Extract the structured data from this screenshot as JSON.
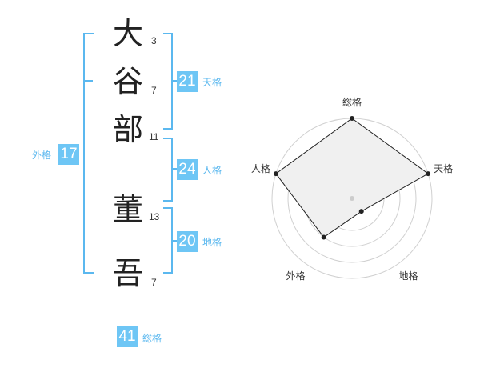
{
  "name": {
    "characters": [
      {
        "char": "大",
        "strokes": "3"
      },
      {
        "char": "谷",
        "strokes": "7"
      },
      {
        "char": "部",
        "strokes": "11"
      },
      {
        "char": "董",
        "strokes": "13"
      },
      {
        "char": "吾",
        "strokes": "7"
      }
    ]
  },
  "grids": {
    "tenkaku": {
      "label": "天格",
      "value": "21"
    },
    "jinkaku": {
      "label": "人格",
      "value": "24"
    },
    "chikaku": {
      "label": "地格",
      "value": "20"
    },
    "gaikaku": {
      "label": "外格",
      "value": "17"
    },
    "soukaku": {
      "label": "総格",
      "value": "41"
    }
  },
  "chart_data": {
    "type": "radar",
    "axes": [
      "総格",
      "天格",
      "地格",
      "外格",
      "人格"
    ],
    "values": [
      1.0,
      1.0,
      0.2,
      0.6,
      1.0
    ],
    "range": [
      0,
      1
    ],
    "rings": 5,
    "colors": {
      "fill": "#f0f0f0",
      "line": "#222222",
      "grid": "#d0d0d0"
    }
  }
}
